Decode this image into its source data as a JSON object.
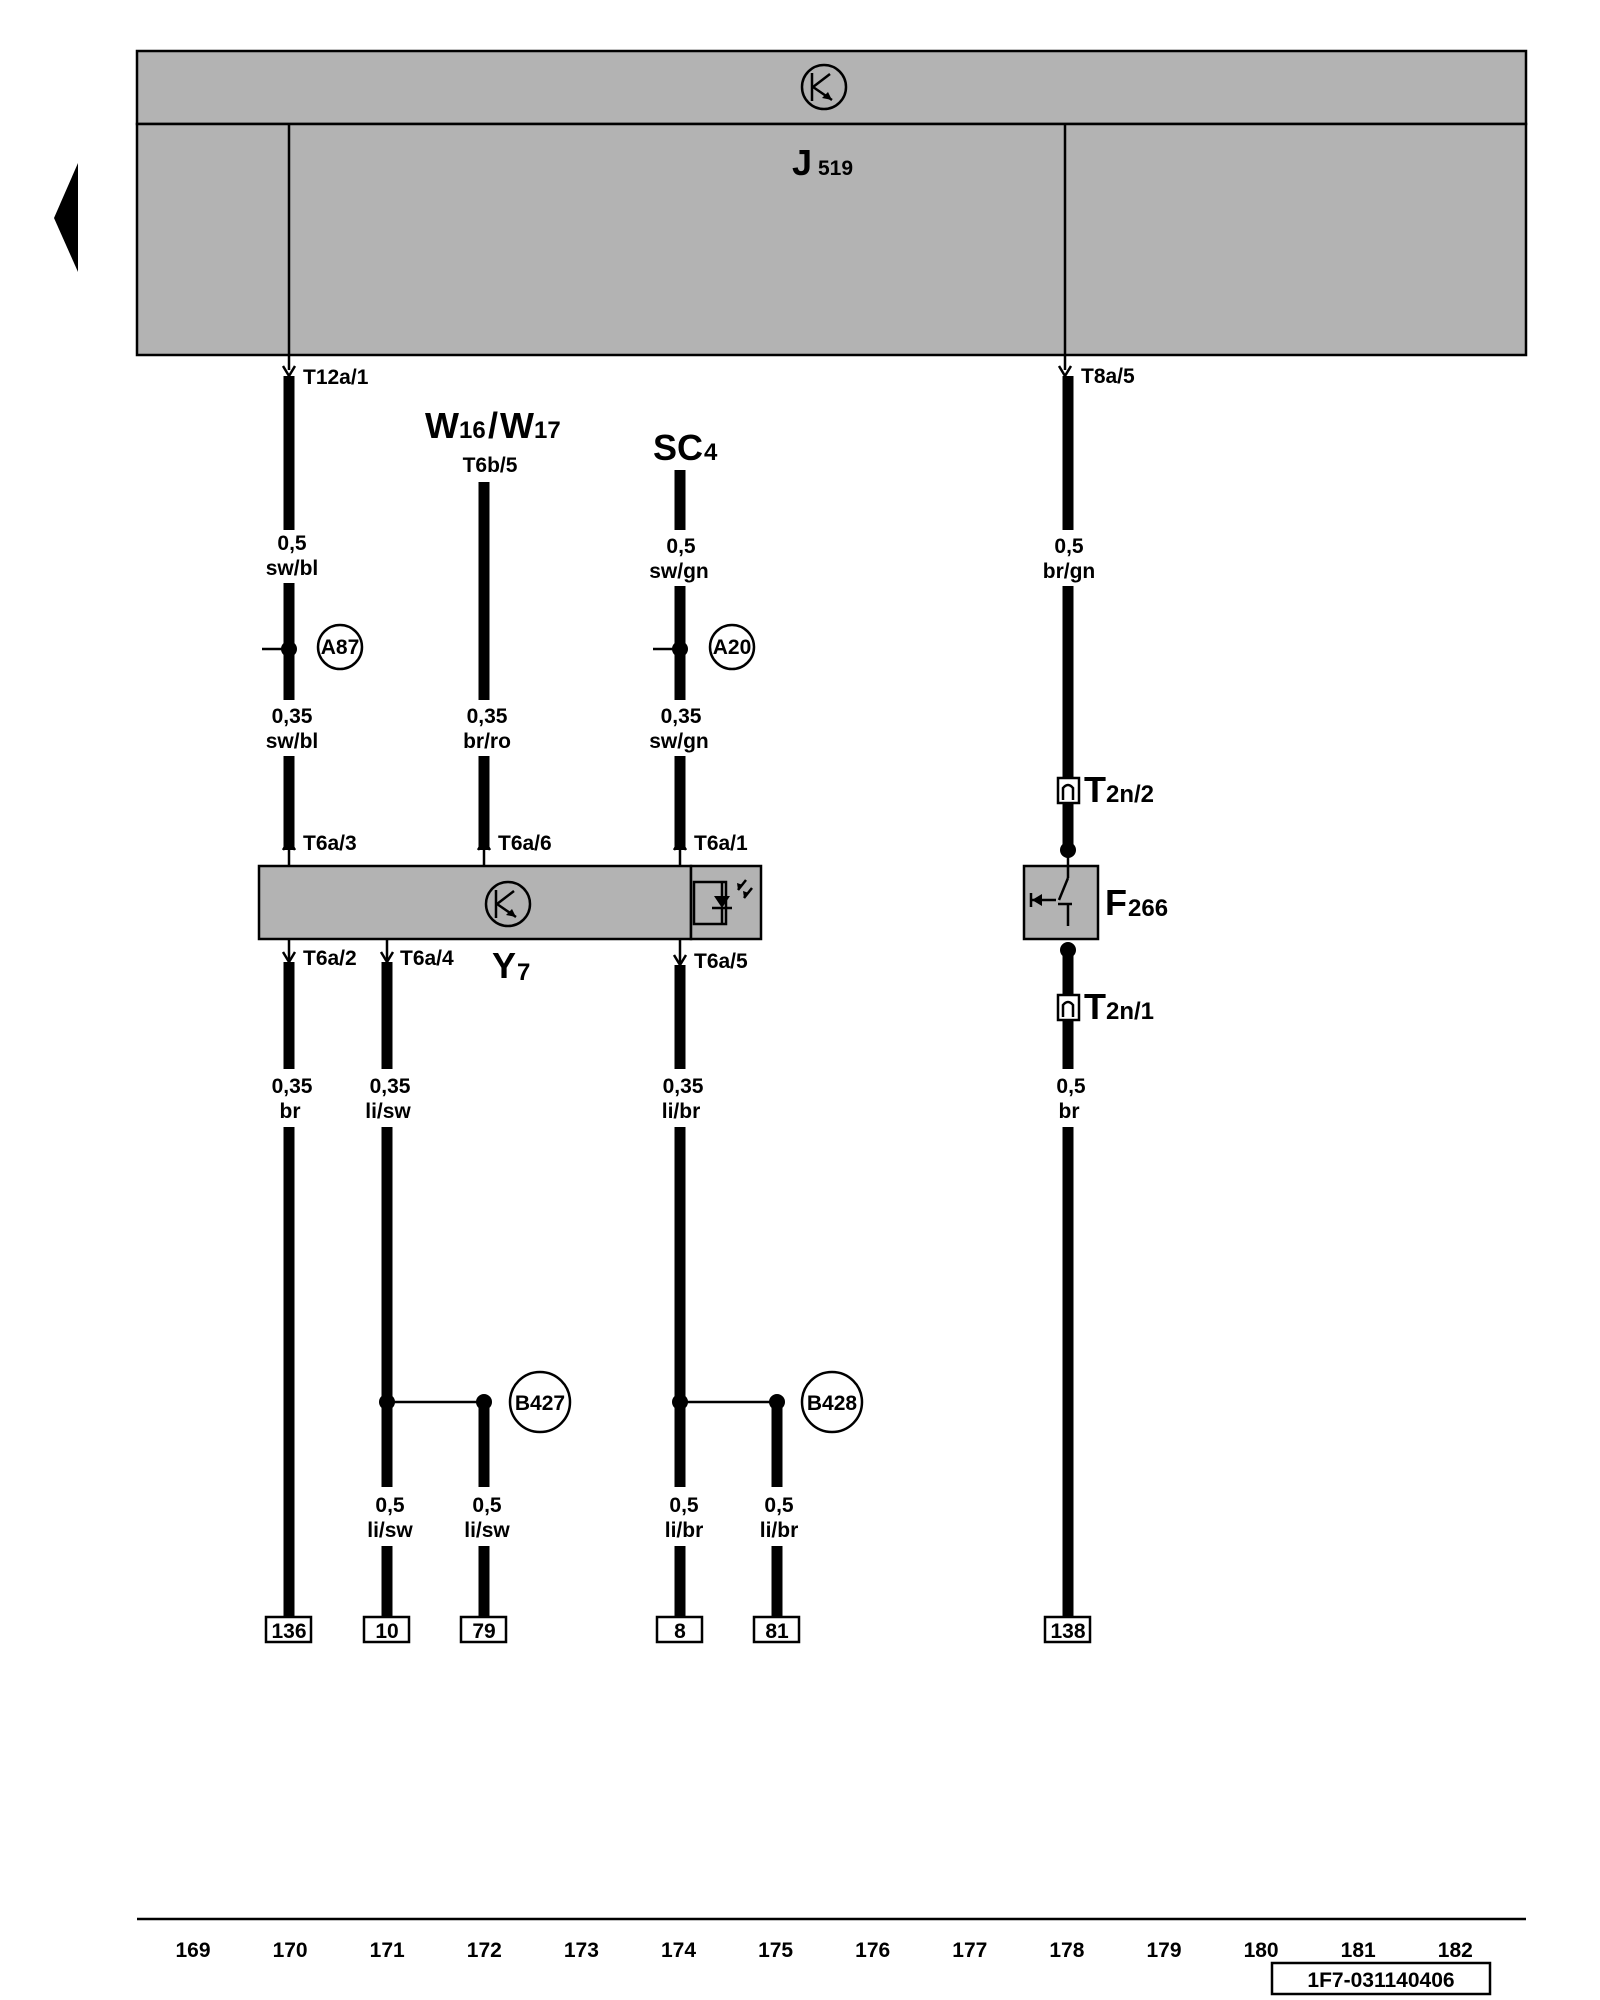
{
  "colors": {
    "module_fill": "#b3b3b3",
    "line": "#000000",
    "background": "#ffffff"
  },
  "nav": {
    "back_icon": "triangle-left-icon"
  },
  "control_unit": {
    "letter": "J",
    "number": "519",
    "icon": "ground-electronic-symbol-icon"
  },
  "pins_top": {
    "left": "T12a/1",
    "right": "T8a/5"
  },
  "sources": {
    "w_letter_1": "W",
    "w_num_1": "16",
    "w_sep": "/",
    "w_letter_2": "W",
    "w_num_2": "17",
    "w_pin": "T6b/5",
    "sc_letter": "SC",
    "sc_num": "4"
  },
  "wires": {
    "w1_size": "0,5",
    "w1_color": "sw/bl",
    "w2_size": "0,35",
    "w2_color": "sw/bl",
    "w3_size": "0,35",
    "w3_color": "br/ro",
    "w4_size": "0,5",
    "w4_color": "sw/gn",
    "w5_size": "0,35",
    "w5_color": "sw/gn",
    "w6_size": "0,5",
    "w6_color": "br/gn",
    "w7_size": "0,35",
    "w7_color": "br",
    "w8_size": "0,35",
    "w8_color": "li/sw",
    "w9_size": "0,35",
    "w9_color": "li/br",
    "w10_size": "0,5",
    "w10_color": "br",
    "w11_size": "0,5",
    "w11_color": "li/sw",
    "w12_size": "0,5",
    "w12_color": "li/sw",
    "w13_size": "0,5",
    "w13_color": "li/br",
    "w14_size": "0,5",
    "w14_color": "li/br"
  },
  "splices": {
    "a87": "A87",
    "a20": "A20",
    "b427": "B427",
    "b428": "B428"
  },
  "module_y": {
    "letter": "Y",
    "number": "7",
    "pin_in_1": "T6a/3",
    "pin_in_2": "T6a/6",
    "pin_in_3": "T6a/1",
    "pin_out_1": "T6a/2",
    "pin_out_2": "T6a/4",
    "pin_out_3": "T6a/5"
  },
  "switch_f": {
    "letter": "F",
    "number": "266",
    "conn_top_letter": "T",
    "conn_top_num": "2n/2",
    "conn_bottom_letter": "T",
    "conn_bottom_num": "2n/1"
  },
  "terminals": [
    "136",
    "10",
    "79",
    "8",
    "81",
    "138"
  ],
  "grid_numbers": [
    "169",
    "170",
    "171",
    "172",
    "173",
    "174",
    "175",
    "176",
    "177",
    "178",
    "179",
    "180",
    "181",
    "182"
  ],
  "doc_code": "1F7-031140406"
}
